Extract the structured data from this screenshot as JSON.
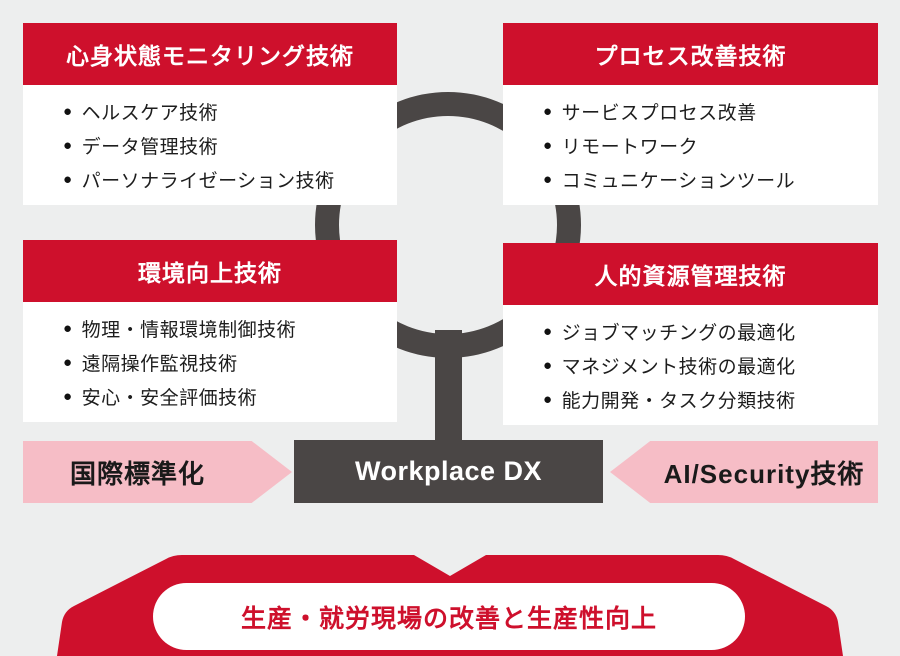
{
  "colors": {
    "background": "#edeeee",
    "red": "#ce102c",
    "pink": "#f6bdc6",
    "dark_gray": "#4a4645",
    "white": "#ffffff",
    "body_text": "#1d1d1d"
  },
  "bullet_glyph": "●",
  "quadrants": [
    {
      "title": "心身状態モニタリング技術",
      "items": [
        "ヘルスケア技術",
        "データ管理技術",
        "パーソナライゼーション技術"
      ]
    },
    {
      "title": "プロセス改善技術",
      "items": [
        "サービスプロセス改善",
        "リモートワーク",
        "コミュニケーションツール"
      ]
    },
    {
      "title": "環境向上技術",
      "items": [
        "物理・情報環境制御技術",
        "遠隔操作監視技術",
        "安心・安全評価技術"
      ]
    },
    {
      "title": "人的資源管理技術",
      "items": [
        "ジョブマッチングの最適化",
        "マネジメント技術の最適化",
        "能力開発・タスク分類技術"
      ]
    }
  ],
  "center": {
    "label": "Workplace DX"
  },
  "side_labels": {
    "left": "国際標準化",
    "right": "AI/Security技術"
  },
  "banner": {
    "label": "生産・就労現場の改善と生産性向上"
  }
}
